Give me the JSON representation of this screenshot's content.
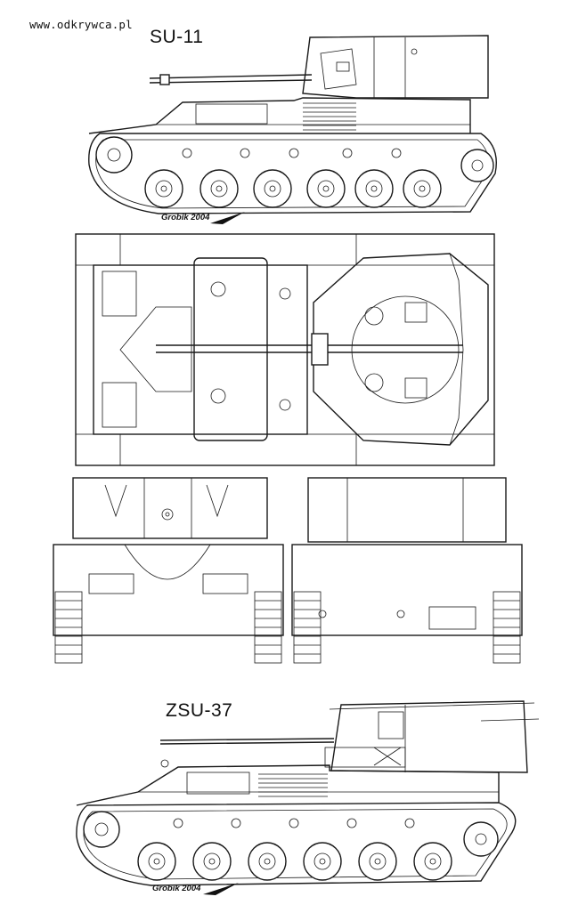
{
  "watermark": "www.odkrywca.pl",
  "top_vehicle": {
    "name": "SU-11",
    "signature": "Grobik 2004"
  },
  "bottom_vehicle": {
    "name": "ZSU-37",
    "signature": "Grobik 2004"
  }
}
